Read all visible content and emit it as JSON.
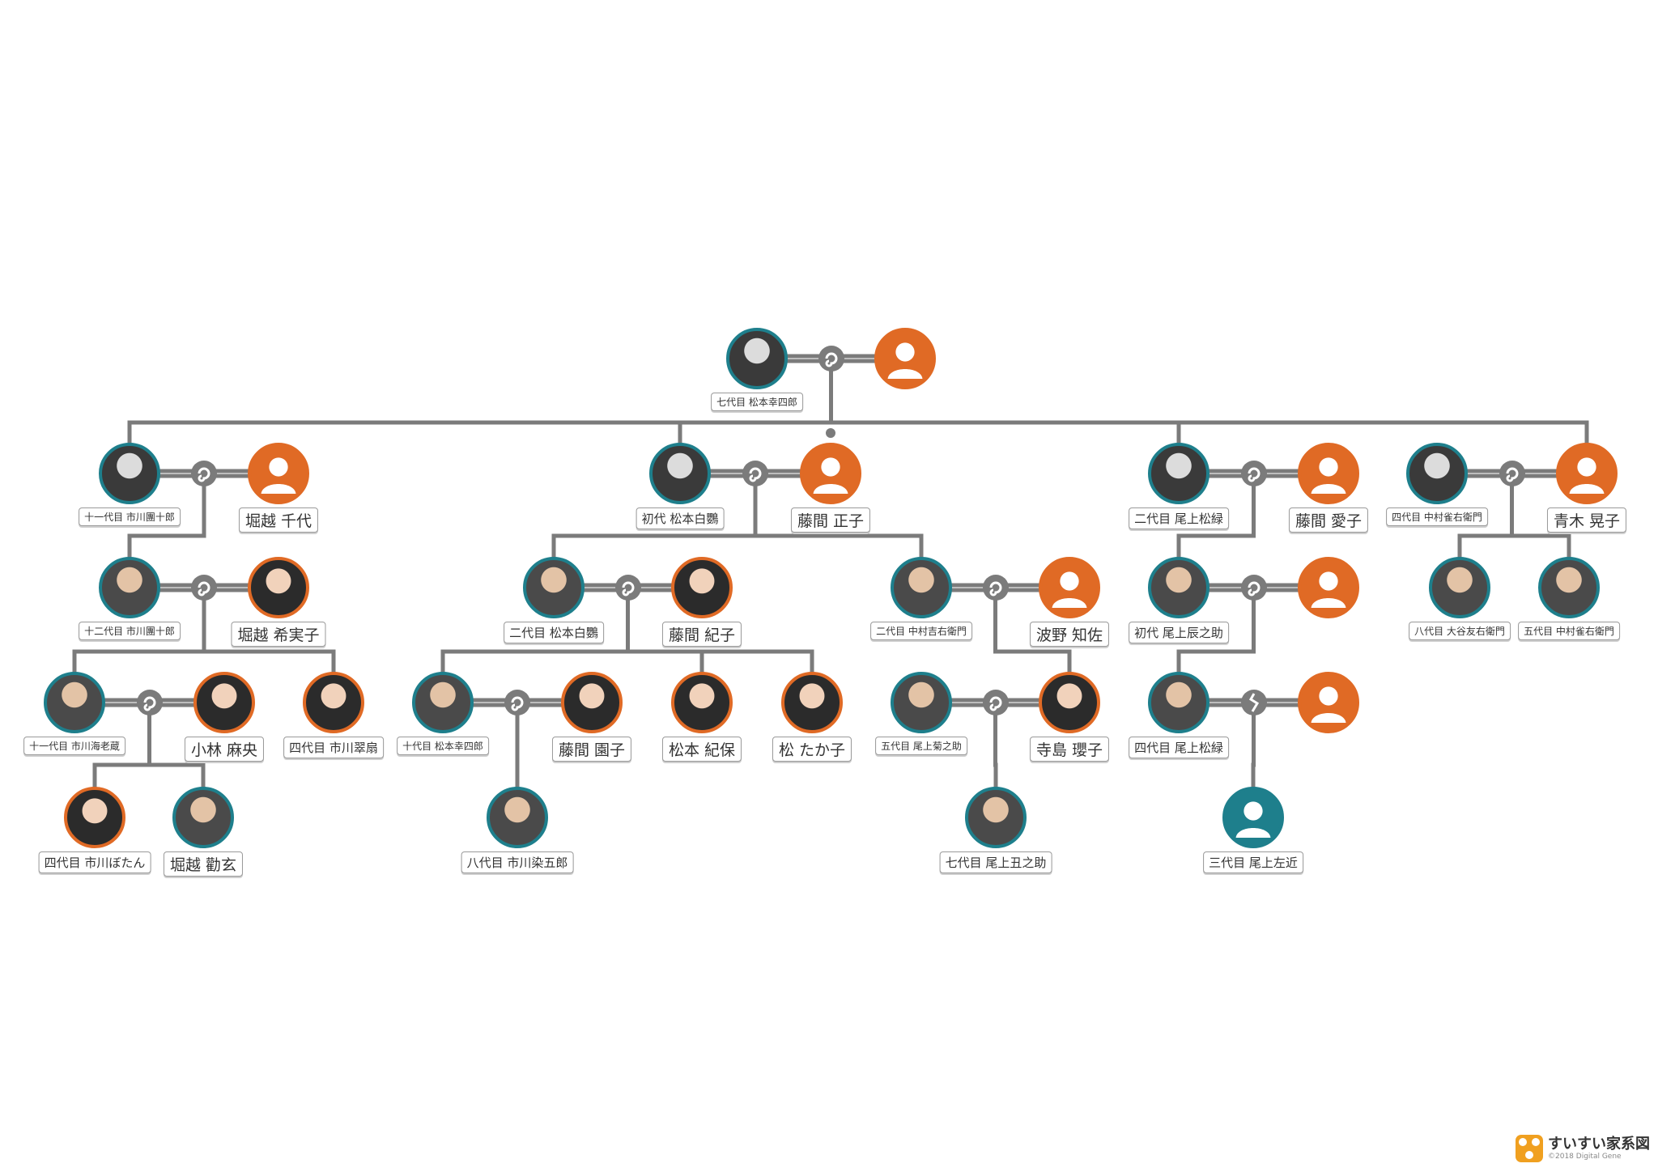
{
  "people": [
    {
      "id": "p1",
      "name": "七代目 松本幸四郎",
      "gender": "m",
      "photo": "mono",
      "size": "small"
    },
    {
      "id": "p1w",
      "name": "",
      "gender": "f",
      "photo": "placeholder",
      "size": "big"
    },
    {
      "id": "a1",
      "name": "十一代目 市川團十郎",
      "gender": "m",
      "photo": "mono",
      "size": "small"
    },
    {
      "id": "a1w",
      "name": "堀越 千代",
      "gender": "f",
      "photo": "placeholder",
      "size": "big"
    },
    {
      "id": "b1",
      "name": "初代 松本白鸚",
      "gender": "m",
      "photo": "mono",
      "size": "med"
    },
    {
      "id": "b1w",
      "name": "藤間 正子",
      "gender": "f",
      "photo": "placeholder",
      "size": "big"
    },
    {
      "id": "c1",
      "name": "二代目 尾上松緑",
      "gender": "m",
      "photo": "mono",
      "size": "med"
    },
    {
      "id": "c1w",
      "name": "藤間 愛子",
      "gender": "f",
      "photo": "placeholder",
      "size": "big"
    },
    {
      "id": "d1",
      "name": "四代目 中村雀右衛門",
      "gender": "m",
      "photo": "mono",
      "size": "small"
    },
    {
      "id": "d1w",
      "name": "青木 晃子",
      "gender": "f",
      "photo": "placeholder",
      "size": "big"
    },
    {
      "id": "a2",
      "name": "十二代目 市川團十郎",
      "gender": "m",
      "photo": "m",
      "size": "small"
    },
    {
      "id": "a2w",
      "name": "堀越 希実子",
      "gender": "f",
      "photo": "f",
      "size": "big"
    },
    {
      "id": "b2",
      "name": "二代目 松本白鸚",
      "gender": "m",
      "photo": "m",
      "size": "med"
    },
    {
      "id": "b2w",
      "name": "藤間 紀子",
      "gender": "f",
      "photo": "f",
      "size": "big"
    },
    {
      "id": "e2",
      "name": "二代目 中村吉右衛門",
      "gender": "m",
      "photo": "m",
      "size": "small"
    },
    {
      "id": "e2w",
      "name": "波野 知佐",
      "gender": "f",
      "photo": "placeholder",
      "size": "big"
    },
    {
      "id": "c2",
      "name": "初代 尾上辰之助",
      "gender": "m",
      "photo": "m",
      "size": "med"
    },
    {
      "id": "c2w",
      "name": "",
      "gender": "f",
      "photo": "placeholder",
      "size": "big"
    },
    {
      "id": "d2a",
      "name": "八代目 大谷友右衛門",
      "gender": "m",
      "photo": "m",
      "size": "small"
    },
    {
      "id": "d2b",
      "name": "五代目 中村雀右衛門",
      "gender": "m",
      "photo": "m",
      "size": "small"
    },
    {
      "id": "a3",
      "name": "十一代目 市川海老蔵",
      "gender": "m",
      "photo": "m",
      "size": "small"
    },
    {
      "id": "a3w",
      "name": "小林 麻央",
      "gender": "f",
      "photo": "f",
      "size": "big"
    },
    {
      "id": "a3s",
      "name": "四代目 市川翠扇",
      "gender": "f",
      "photo": "f",
      "size": "med"
    },
    {
      "id": "b3",
      "name": "十代目 松本幸四郎",
      "gender": "m",
      "photo": "m",
      "size": "small"
    },
    {
      "id": "b3w",
      "name": "藤間 園子",
      "gender": "f",
      "photo": "f",
      "size": "big"
    },
    {
      "id": "b3s1",
      "name": "松本 紀保",
      "gender": "f",
      "photo": "f",
      "size": "big"
    },
    {
      "id": "b3s2",
      "name": "松 たか子",
      "gender": "f",
      "photo": "f",
      "size": "big"
    },
    {
      "id": "e3",
      "name": "五代目 尾上菊之助",
      "gender": "m",
      "photo": "m",
      "size": "small"
    },
    {
      "id": "e3w",
      "name": "寺島 瓔子",
      "gender": "f",
      "photo": "f",
      "size": "big"
    },
    {
      "id": "c3",
      "name": "四代目 尾上松緑",
      "gender": "m",
      "photo": "m",
      "size": "med"
    },
    {
      "id": "c3w",
      "name": "",
      "gender": "f",
      "photo": "placeholder",
      "size": "big"
    },
    {
      "id": "a4a",
      "name": "四代目 市川ぼたん",
      "gender": "f",
      "photo": "f",
      "size": "med"
    },
    {
      "id": "a4b",
      "name": "堀越 勸玄",
      "gender": "m",
      "photo": "m",
      "size": "big"
    },
    {
      "id": "b4",
      "name": "八代目 市川染五郎",
      "gender": "m",
      "photo": "m",
      "size": "med"
    },
    {
      "id": "e4",
      "name": "七代目 尾上丑之助",
      "gender": "m",
      "photo": "m",
      "size": "med"
    },
    {
      "id": "c4",
      "name": "三代目 尾上左近",
      "gender": "m",
      "photo": "placeholder-m",
      "size": "med"
    }
  ],
  "marriages": [
    {
      "a": "p1",
      "b": "p1w",
      "status": "married"
    },
    {
      "a": "a1",
      "b": "a1w",
      "status": "married"
    },
    {
      "a": "b1",
      "b": "b1w",
      "status": "married"
    },
    {
      "a": "c1",
      "b": "c1w",
      "status": "married"
    },
    {
      "a": "d1",
      "b": "d1w",
      "status": "married"
    },
    {
      "a": "a2",
      "b": "a2w",
      "status": "married"
    },
    {
      "a": "b2",
      "b": "b2w",
      "status": "married"
    },
    {
      "a": "e2",
      "b": "e2w",
      "status": "married"
    },
    {
      "a": "c2",
      "b": "c2w",
      "status": "married"
    },
    {
      "a": "a3",
      "b": "a3w",
      "status": "married"
    },
    {
      "a": "b3",
      "b": "b3w",
      "status": "married"
    },
    {
      "a": "e3",
      "b": "e3w",
      "status": "married"
    },
    {
      "a": "c3",
      "b": "c3w",
      "status": "divorced"
    }
  ],
  "parent_child": [
    {
      "parents": [
        "p1",
        "p1w"
      ],
      "children": [
        "a1",
        "b1",
        "c1",
        "d1w"
      ]
    },
    {
      "parents": [
        "a1",
        "a1w"
      ],
      "children": [
        "a2"
      ]
    },
    {
      "parents": [
        "b1",
        "b1w"
      ],
      "children": [
        "b2",
        "e2"
      ]
    },
    {
      "parents": [
        "c1",
        "c1w"
      ],
      "children": [
        "c2"
      ]
    },
    {
      "parents": [
        "d1",
        "d1w"
      ],
      "children": [
        "d2a",
        "d2b"
      ]
    },
    {
      "parents": [
        "a2",
        "a2w"
      ],
      "children": [
        "a3",
        "a3s"
      ]
    },
    {
      "parents": [
        "b2",
        "b2w"
      ],
      "children": [
        "b3",
        "b3s1",
        "b3s2"
      ]
    },
    {
      "parents": [
        "e2",
        "e2w"
      ],
      "children": [
        "e3w"
      ]
    },
    {
      "parents": [
        "c2",
        "c2w"
      ],
      "children": [
        "c3"
      ]
    },
    {
      "parents": [
        "a3",
        "a3w"
      ],
      "children": [
        "a4a",
        "a4b"
      ]
    },
    {
      "parents": [
        "b3",
        "b3w"
      ],
      "children": [
        "b4"
      ]
    },
    {
      "parents": [
        "e3",
        "e3w"
      ],
      "children": [
        "e4"
      ]
    },
    {
      "parents": [
        "c3",
        "c3w"
      ],
      "children": [
        "c4"
      ]
    }
  ],
  "colors": {
    "male": "#1e7f8c",
    "female": "#e06a25",
    "line": "#7b7b7b"
  },
  "logo": {
    "title": "すいすい家系図",
    "copyright": "©2018 Digital Gene"
  }
}
